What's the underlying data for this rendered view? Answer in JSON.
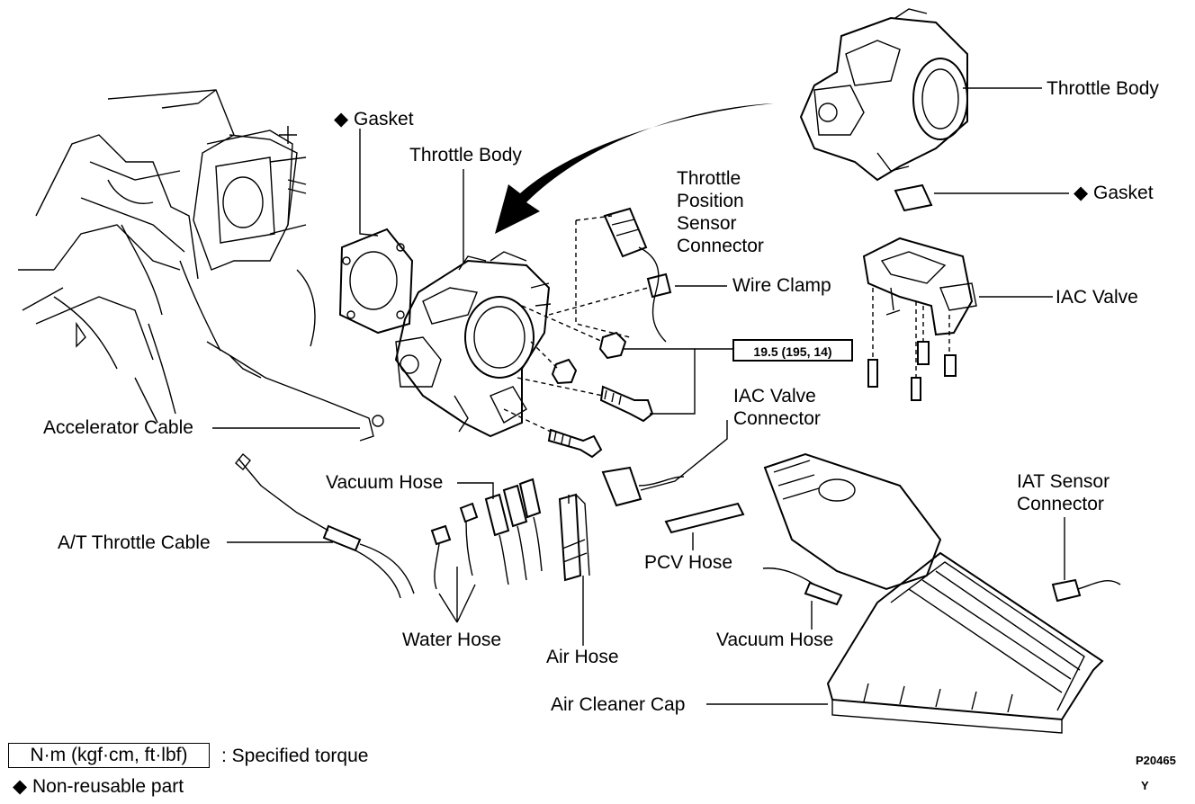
{
  "labels": {
    "gasket_left": "Gasket",
    "throttle_body_center": "Throttle Body",
    "tps_connector": [
      "Throttle",
      "Position",
      "Sensor",
      "Connector"
    ],
    "wire_clamp": "Wire Clamp",
    "torque_value": "19.5 (195, 14)",
    "iac_valve_connector": [
      "IAC Valve",
      "Connector"
    ],
    "accelerator_cable": "Accelerator Cable",
    "vacuum_hose_left": "Vacuum Hose",
    "at_throttle_cable": "A/T Throttle Cable",
    "pcv_hose": "PCV Hose",
    "water_hose": "Water Hose",
    "air_hose": "Air Hose",
    "vacuum_hose_right": "Vacuum Hose",
    "air_cleaner_cap": "Air Cleaner Cap",
    "throttle_body_right": "Throttle Body",
    "gasket_right": "Gasket",
    "iac_valve": "IAC Valve",
    "iat_sensor_connector": [
      "IAT Sensor",
      "Connector"
    ]
  },
  "legend": {
    "torque_unit": "N·m (kgf·cm, ft·lbf)",
    "torque_desc": ": Specified torque",
    "nonreusable_desc": "Non-reusable part",
    "diamond_symbol": "◆"
  },
  "figure_code": "P20465",
  "figure_suffix": "Y"
}
